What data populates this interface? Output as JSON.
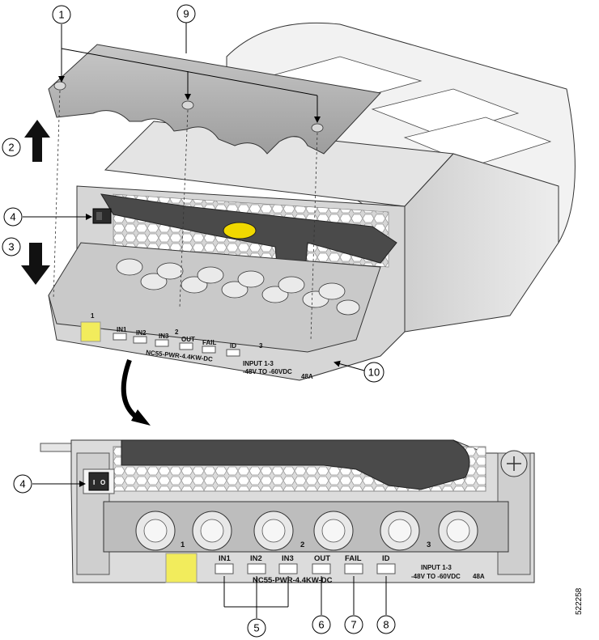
{
  "figure": {
    "id": "522258",
    "callouts": [
      "1",
      "2",
      "3",
      "4",
      "5",
      "6",
      "7",
      "8",
      "9",
      "10"
    ]
  },
  "top_unit": {
    "led_labels": [
      "IN1",
      "IN2",
      "IN3",
      "OUT",
      "FAIL",
      "ID"
    ],
    "model": "NC55-PWR-4.4KW-DC",
    "input_line1": "INPUT 1-3",
    "input_line2": "-48V TO -60VDC",
    "input_current": "48A",
    "terminal_marks": [
      "1",
      "2",
      "3"
    ]
  },
  "detail_view": {
    "led_labels": [
      "IN1",
      "IN2",
      "IN3",
      "OUT",
      "FAIL",
      "ID"
    ],
    "model": "NC55-PWR-4.4KW-DC",
    "input_line1": "INPUT 1-3",
    "input_line2": "-48V TO -60VDC",
    "input_current": "48A",
    "terminal_marks": [
      "1",
      "2",
      "3"
    ],
    "switch_off": "O",
    "switch_on": "I"
  },
  "colors": {
    "metal": "#d9d9d9",
    "metal_dark": "#9a9a9a",
    "handle": "#4a4a4a",
    "switch": "#2b2b2b",
    "yellow_label": "#f2ec5c",
    "logo": "#f0d800",
    "cover": "#b8b8b8",
    "line": "#000000"
  }
}
